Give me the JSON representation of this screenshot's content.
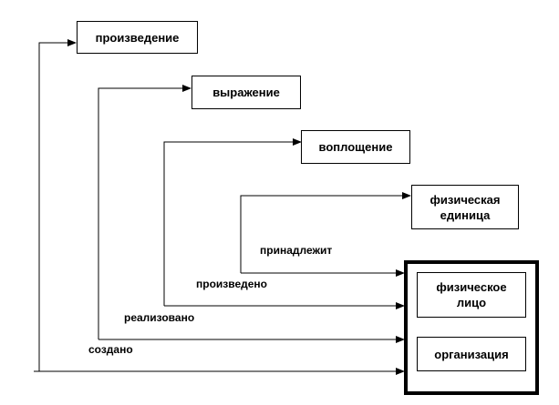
{
  "entities": {
    "work": "произведение",
    "expression": "выражение",
    "manifestation": "воплощение",
    "item_line1": "физическая",
    "item_line2": "единица",
    "person_line1": "физическое",
    "person_line2": "лицо",
    "organization": "организация"
  },
  "relations": {
    "owned_by": "принадлежит",
    "produced_by": "произведено",
    "realized_by": "реализовано",
    "created_by": "создано"
  }
}
